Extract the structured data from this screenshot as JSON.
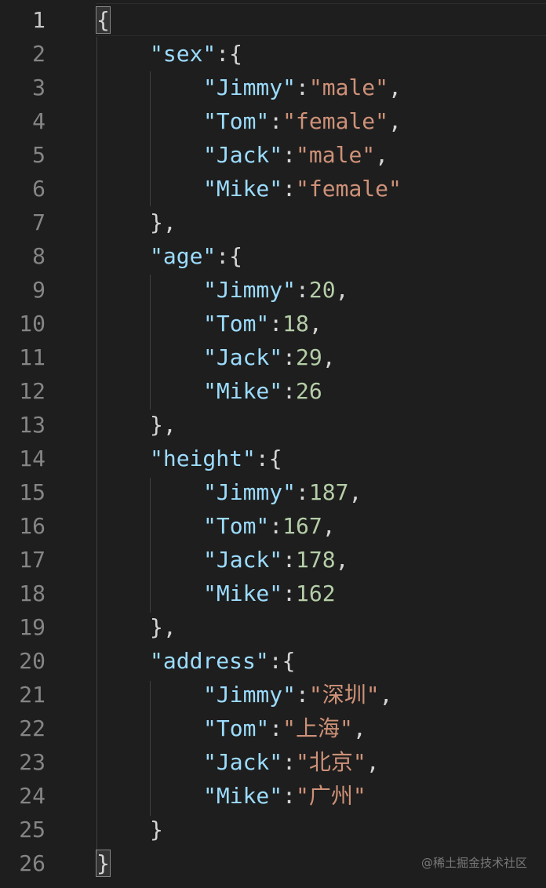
{
  "editor": {
    "line_numbers": [
      "1",
      "2",
      "3",
      "4",
      "5",
      "6",
      "7",
      "8",
      "9",
      "10",
      "11",
      "12",
      "13",
      "14",
      "15",
      "16",
      "17",
      "18",
      "19",
      "20",
      "21",
      "22",
      "23",
      "24",
      "25",
      "26"
    ],
    "lines": [
      {
        "indent": 0,
        "tokens": [
          {
            "t": "p",
            "v": "{"
          }
        ]
      },
      {
        "indent": 1,
        "tokens": [
          {
            "t": "k",
            "v": "\"sex\""
          },
          {
            "t": "p",
            "v": ":{"
          }
        ]
      },
      {
        "indent": 2,
        "tokens": [
          {
            "t": "k",
            "v": "\"Jimmy\""
          },
          {
            "t": "p",
            "v": ":"
          },
          {
            "t": "s",
            "v": "\"male\""
          },
          {
            "t": "p",
            "v": ","
          }
        ]
      },
      {
        "indent": 2,
        "tokens": [
          {
            "t": "k",
            "v": "\"Tom\""
          },
          {
            "t": "p",
            "v": ":"
          },
          {
            "t": "s",
            "v": "\"female\""
          },
          {
            "t": "p",
            "v": ","
          }
        ]
      },
      {
        "indent": 2,
        "tokens": [
          {
            "t": "k",
            "v": "\"Jack\""
          },
          {
            "t": "p",
            "v": ":"
          },
          {
            "t": "s",
            "v": "\"male\""
          },
          {
            "t": "p",
            "v": ","
          }
        ]
      },
      {
        "indent": 2,
        "tokens": [
          {
            "t": "k",
            "v": "\"Mike\""
          },
          {
            "t": "p",
            "v": ":"
          },
          {
            "t": "s",
            "v": "\"female\""
          }
        ]
      },
      {
        "indent": 1,
        "tokens": [
          {
            "t": "p",
            "v": "},"
          }
        ]
      },
      {
        "indent": 1,
        "tokens": [
          {
            "t": "k",
            "v": "\"age\""
          },
          {
            "t": "p",
            "v": ":{"
          }
        ]
      },
      {
        "indent": 2,
        "tokens": [
          {
            "t": "k",
            "v": "\"Jimmy\""
          },
          {
            "t": "p",
            "v": ":"
          },
          {
            "t": "n",
            "v": "20"
          },
          {
            "t": "p",
            "v": ","
          }
        ]
      },
      {
        "indent": 2,
        "tokens": [
          {
            "t": "k",
            "v": "\"Tom\""
          },
          {
            "t": "p",
            "v": ":"
          },
          {
            "t": "n",
            "v": "18"
          },
          {
            "t": "p",
            "v": ","
          }
        ]
      },
      {
        "indent": 2,
        "tokens": [
          {
            "t": "k",
            "v": "\"Jack\""
          },
          {
            "t": "p",
            "v": ":"
          },
          {
            "t": "n",
            "v": "29"
          },
          {
            "t": "p",
            "v": ","
          }
        ]
      },
      {
        "indent": 2,
        "tokens": [
          {
            "t": "k",
            "v": "\"Mike\""
          },
          {
            "t": "p",
            "v": ":"
          },
          {
            "t": "n",
            "v": "26"
          }
        ]
      },
      {
        "indent": 1,
        "tokens": [
          {
            "t": "p",
            "v": "},"
          }
        ]
      },
      {
        "indent": 1,
        "tokens": [
          {
            "t": "k",
            "v": "\"height\""
          },
          {
            "t": "p",
            "v": ":{"
          }
        ]
      },
      {
        "indent": 2,
        "tokens": [
          {
            "t": "k",
            "v": "\"Jimmy\""
          },
          {
            "t": "p",
            "v": ":"
          },
          {
            "t": "n",
            "v": "187"
          },
          {
            "t": "p",
            "v": ","
          }
        ]
      },
      {
        "indent": 2,
        "tokens": [
          {
            "t": "k",
            "v": "\"Tom\""
          },
          {
            "t": "p",
            "v": ":"
          },
          {
            "t": "n",
            "v": "167"
          },
          {
            "t": "p",
            "v": ","
          }
        ]
      },
      {
        "indent": 2,
        "tokens": [
          {
            "t": "k",
            "v": "\"Jack\""
          },
          {
            "t": "p",
            "v": ":"
          },
          {
            "t": "n",
            "v": "178"
          },
          {
            "t": "p",
            "v": ","
          }
        ]
      },
      {
        "indent": 2,
        "tokens": [
          {
            "t": "k",
            "v": "\"Mike\""
          },
          {
            "t": "p",
            "v": ":"
          },
          {
            "t": "n",
            "v": "162"
          }
        ]
      },
      {
        "indent": 1,
        "tokens": [
          {
            "t": "p",
            "v": "},"
          }
        ]
      },
      {
        "indent": 1,
        "tokens": [
          {
            "t": "k",
            "v": "\"address\""
          },
          {
            "t": "p",
            "v": ":{"
          }
        ]
      },
      {
        "indent": 2,
        "tokens": [
          {
            "t": "k",
            "v": "\"Jimmy\""
          },
          {
            "t": "p",
            "v": ":"
          },
          {
            "t": "s",
            "v": "\"深圳\""
          },
          {
            "t": "p",
            "v": ","
          }
        ]
      },
      {
        "indent": 2,
        "tokens": [
          {
            "t": "k",
            "v": "\"Tom\""
          },
          {
            "t": "p",
            "v": ":"
          },
          {
            "t": "s",
            "v": "\"上海\""
          },
          {
            "t": "p",
            "v": ","
          }
        ]
      },
      {
        "indent": 2,
        "tokens": [
          {
            "t": "k",
            "v": "\"Jack\""
          },
          {
            "t": "p",
            "v": ":"
          },
          {
            "t": "s",
            "v": "\"北京\""
          },
          {
            "t": "p",
            "v": ","
          }
        ]
      },
      {
        "indent": 2,
        "tokens": [
          {
            "t": "k",
            "v": "\"Mike\""
          },
          {
            "t": "p",
            "v": ":"
          },
          {
            "t": "s",
            "v": "\"广州\""
          }
        ]
      },
      {
        "indent": 1,
        "tokens": [
          {
            "t": "p",
            "v": "}"
          }
        ]
      },
      {
        "indent": 0,
        "tokens": [
          {
            "t": "p",
            "v": "}"
          }
        ]
      }
    ]
  },
  "colors": {
    "background": "#1e1e1e",
    "key": "#9cdcfe",
    "string": "#ce9178",
    "number": "#b5cea8",
    "punctuation": "#d4d4d4",
    "line_number": "#858585",
    "line_number_active": "#c6c6c6"
  },
  "watermark": "@稀土掘金技术社区"
}
